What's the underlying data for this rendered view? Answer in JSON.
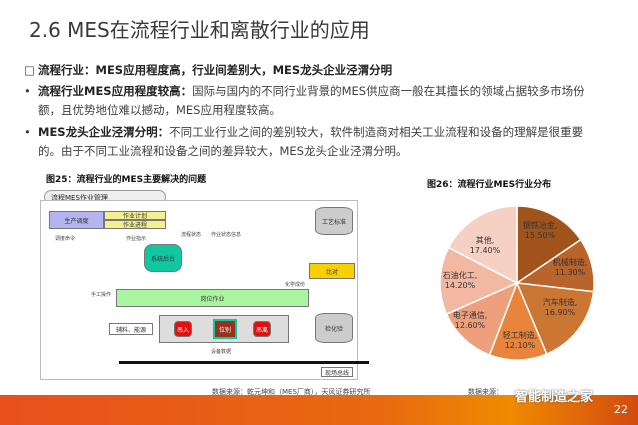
{
  "title": "2.6 MES在流程行业和离散行业的应用",
  "bullets": [
    {
      "marker": "□",
      "bold": "流程行业：MES应用程度高，行业间差别大，MES龙头企业泾渭分明",
      "text": ""
    },
    {
      "marker": "•",
      "bold": "流程行业MES应用程度较高：",
      "text": "国际与国内的不同行业背景的MES供应商一般在其擅长的领域占据较多市场份",
      "cont": "额，且优势地位难以撼动，MES应用程度较高。"
    },
    {
      "marker": "•",
      "bold": "MES龙头企业泾渭分明：",
      "text": "不同工业行业之间的差别较大，软件制造商对相关工业流程和设备的理解是很重要",
      "cont": "的。由于不同工业流程和设备之间的差异较大，MES龙头企业泾渭分明。"
    }
  ],
  "fig25": {
    "caption": "图25：流程行业的MES主要解决的问题",
    "tab": "流程MES作业管理",
    "source": "数据来源：乾元坤和（MES厂商），天风证券研究所",
    "nodes": {
      "dispatch": "生产调度",
      "plan": "作业计划",
      "progress": "作业进程",
      "backend": "系统后台",
      "process_std": "工艺标准",
      "compare": "比对",
      "post": "岗位作业",
      "lab": "检化验",
      "in": "吊入",
      "pos": "位别",
      "out": "吊离",
      "aux": "辅料、能源",
      "field": "现场总线"
    },
    "labels": {
      "instr": "作业指示",
      "cmd": "调度命令",
      "flow": "流程状态",
      "status": "作业状态信息",
      "manual": "手工操作",
      "chem": "化学成份",
      "equip": "设备数据"
    }
  },
  "fig26": {
    "caption": "图26：流程行业MES行业分布",
    "source": "数据来源："
  },
  "chart_data": {
    "type": "pie",
    "title": "图26：流程行业MES行业分布",
    "categories": [
      "钢铁冶金",
      "机械制造",
      "汽车制造",
      "轻工制造",
      "电子通信",
      "石油化工",
      "其他"
    ],
    "values": [
      15.5,
      11.3,
      16.9,
      12.1,
      12.6,
      14.2,
      17.4
    ],
    "labels": [
      "15.50%",
      "11.30%",
      "16.90%",
      "12.10%",
      "12.60%",
      "14.20%",
      "17.40%"
    ],
    "colors": [
      "#a0541c",
      "#b8642a",
      "#cc7634",
      "#e8843c",
      "#ee9f7c",
      "#f2b8a2",
      "#f6d0c2"
    ]
  },
  "footer": {
    "page": "22",
    "watermark": "智能制造之家"
  }
}
